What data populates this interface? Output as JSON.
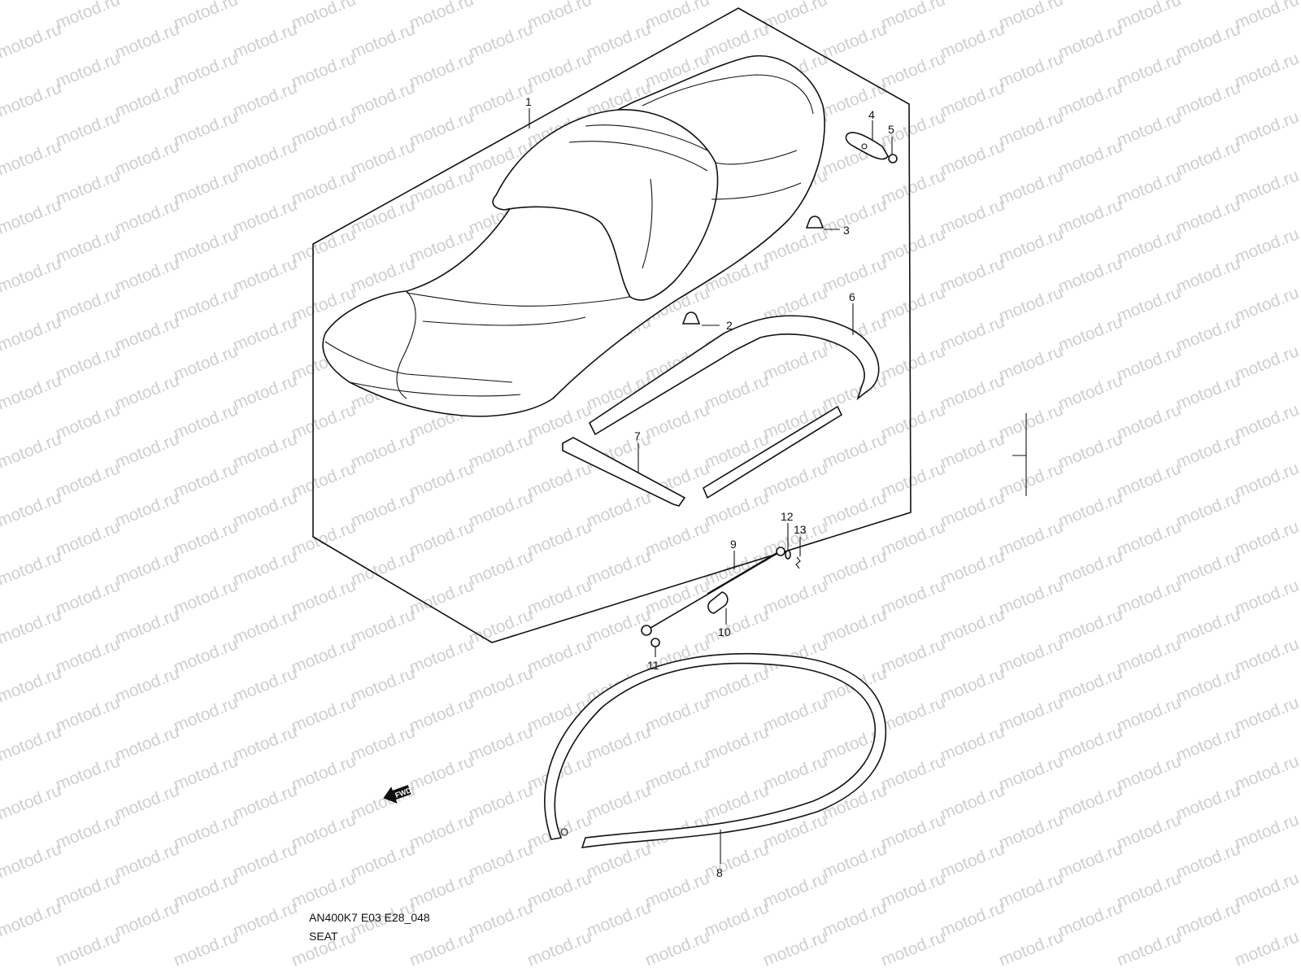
{
  "watermark_text": "motod.ru",
  "diagram_code": "AN400K7 E03 E28_048",
  "diagram_title": "SEAT",
  "direction_marker": "FWD",
  "callouts": [
    {
      "num": "1"
    },
    {
      "num": "2"
    },
    {
      "num": "3"
    },
    {
      "num": "4"
    },
    {
      "num": "5"
    },
    {
      "num": "6"
    },
    {
      "num": "7"
    },
    {
      "num": "8"
    },
    {
      "num": "9"
    },
    {
      "num": "10"
    },
    {
      "num": "11"
    },
    {
      "num": "12"
    },
    {
      "num": "13"
    }
  ],
  "colors": {
    "line": "#111111",
    "watermark": "#cfcfcf",
    "background": "#ffffff"
  }
}
